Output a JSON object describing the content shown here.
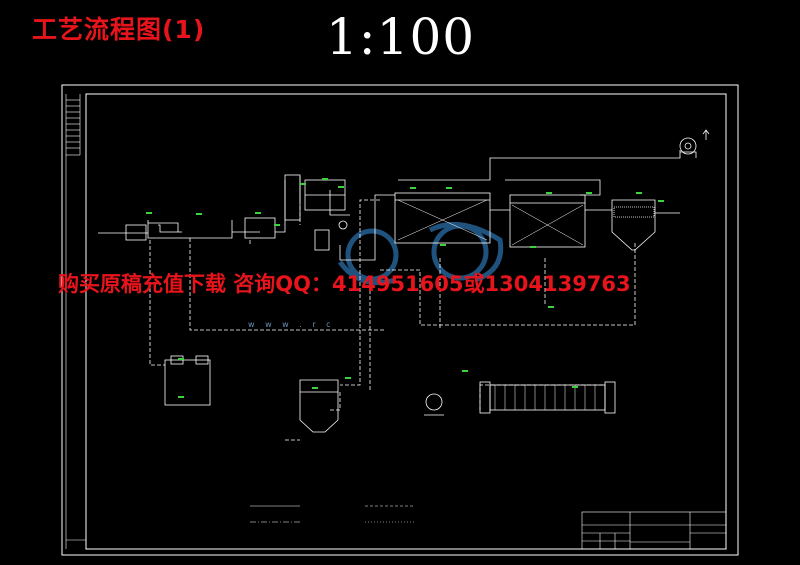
{
  "header": {
    "title": "工艺流程图(1)",
    "scale": "1:100"
  },
  "watermark": {
    "text": "购买原稿充值下载 咨询QQ：414951605或1304139763",
    "site": "w w w . r c"
  },
  "colors": {
    "background": "#000000",
    "title": "#e8141b",
    "lines": "#ffffff",
    "valves": "#3cd43c",
    "watermark_logo": "#2a6fa8"
  }
}
